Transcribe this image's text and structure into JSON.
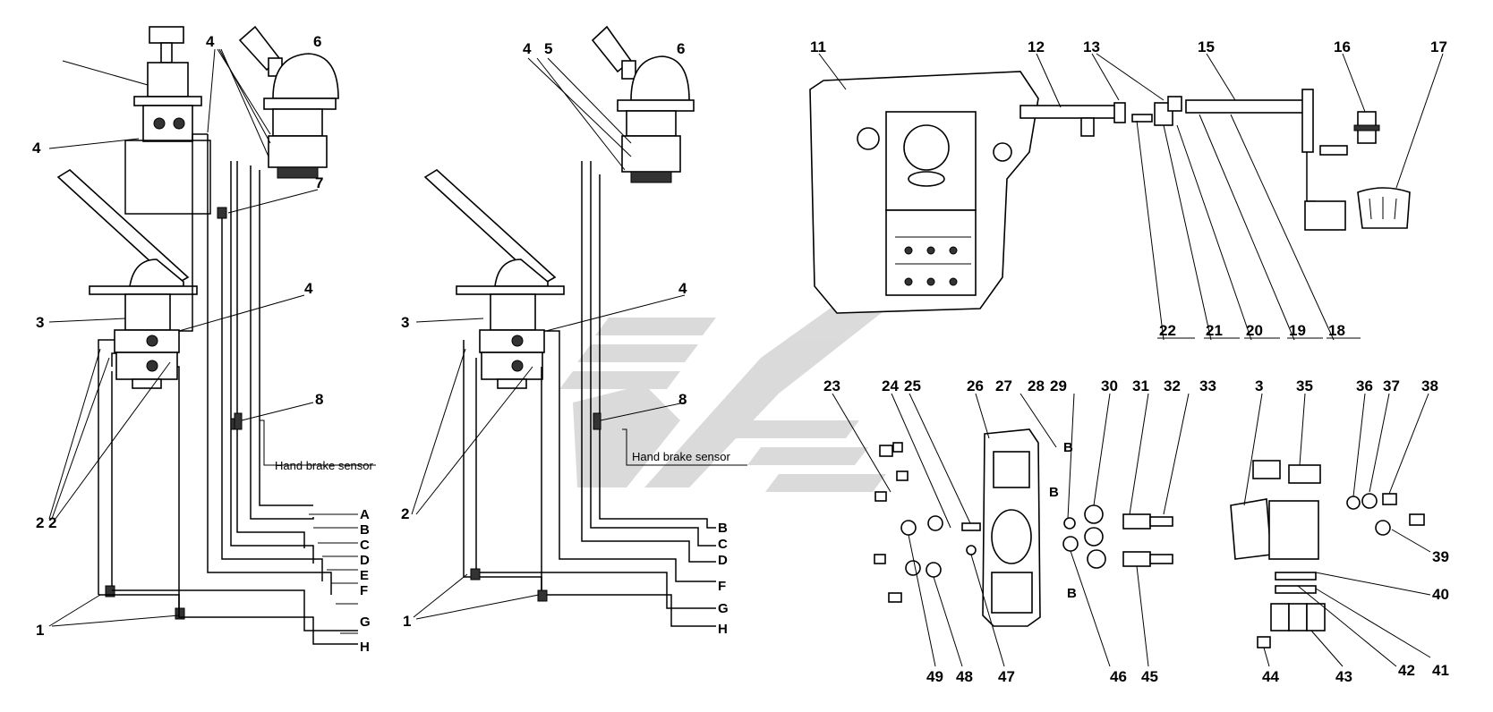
{
  "diagram": {
    "left_callouts": [
      "4",
      "6",
      "4",
      "7",
      "3",
      "4",
      "8",
      "2",
      "2",
      "1"
    ],
    "left_ports": [
      "A",
      "B",
      "C",
      "D",
      "E",
      "F",
      "G",
      "H"
    ],
    "left_sensor_label": "Hand brake sensor",
    "middle_callouts": [
      "4",
      "5",
      "6",
      "3",
      "4",
      "8",
      "2",
      "1"
    ],
    "middle_ports": [
      "B",
      "C",
      "D",
      "F",
      "G",
      "H"
    ],
    "middle_sensor_label": "Hand brake sensor",
    "pedal_callouts": [
      "11",
      "12",
      "13",
      "15",
      "16",
      "17",
      "22",
      "21",
      "20",
      "19",
      "18"
    ],
    "valve_top_callouts": [
      "23",
      "24",
      "25",
      "26",
      "27",
      "28",
      "29",
      "30",
      "31",
      "32",
      "33",
      "3",
      "35",
      "36",
      "37",
      "38"
    ],
    "valve_right_callouts": [
      "39",
      "40",
      "41",
      "42"
    ],
    "valve_bottom_callouts": [
      "49",
      "48",
      "47",
      "46",
      "45",
      "44",
      "43"
    ],
    "part_letter_b": "B",
    "watermark_color": "#9aa6ad"
  }
}
